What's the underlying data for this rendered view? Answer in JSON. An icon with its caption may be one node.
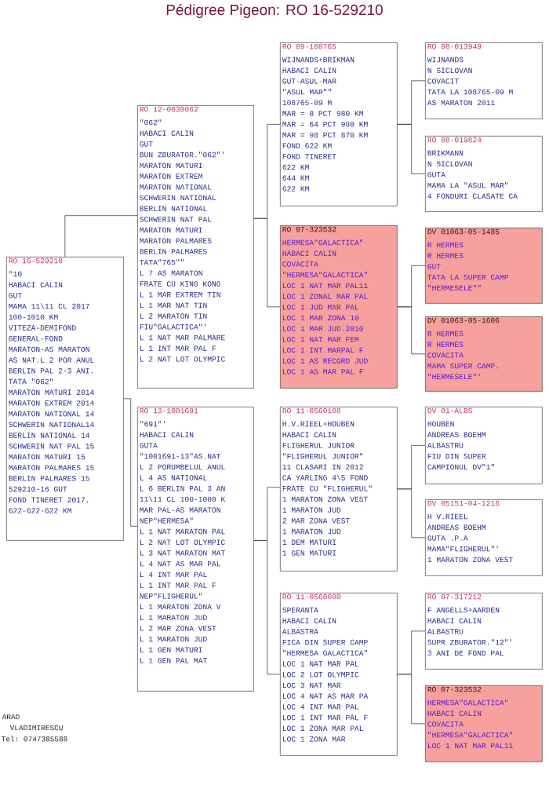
{
  "diagram": {
    "title": "Pédigree Pigeon: RO 16-529210",
    "nodes": [
      {
        "text": [
          "RO 16-529210",
          "\"10",
          "HABACI CALIN",
          "GUT",
          "MAMA 11\\11 CL 2017",
          "100-1010 KM",
          "VITEZA-DEMIFOND",
          "GENERAL-FOND",
          "MARATON-AS MARATON",
          "AS NAT.L 2 POR ANUL",
          "BERLIN PAL 2-3 ANI.",
          "TATA \"062\"",
          "MARATON MATURI 2014",
          "MARATON EXTREM 2014",
          "MARATON NATIONAL 14",
          "SCHWERIN NATIONAL14",
          "BERLIN NATIONAL 14",
          "SCHWERIN NAT PAL 15",
          "MARATON MATURI 15",
          "MARATON PALMARES 15",
          "BERLIN PALMARES 15",
          "529210-16 GUT",
          "FOND TINERET 2017.",
          "622-622-622 KM"
        ]
      },
      {
        "text": [
          "RO 12-0030062",
          "\"062\"",
          "HABACI CALIN",
          "GUT",
          "BUN ZBURATOR.\"062\"'",
          "MARATON MATURI",
          "MARATON EXTREM",
          "MARATON NATIONAL",
          "SCHWERIN NATIONAL",
          "BERLIN NATIONAL",
          "SCHWERIN NAT PAL",
          "MARATON MATURI",
          "MARATON PALMARES",
          "BERLIN PALMARES",
          "TATA\"765\"\"",
          "L 7 AS MARATON",
          "FRATE CU KING KONG",
          "L 1 MAR EXTREM TIN",
          "L 1 MAR NAT TIN",
          "L 2 MARATON TIN",
          "FIU\"GALACTICA\"'",
          "L 1 NAT MAR PALMARE",
          "L 1 INT MAR PAL F",
          "L 2 NAT LOT OLYMPIC"
        ]
      },
      {
        "text": [
          "RO 13-1001691",
          "\"691\"'",
          "HABACI CALIN",
          "GUTA",
          "\"1001691-13\"AS.NAT",
          "L 2 PORUMBELUL ANUL",
          "L 4 AS NATIONAL",
          "L 6 BERLIN PAL 3 AN",
          "11\\11 CL 100-1000 K",
          "MAR PAL-AS MARATON",
          "NEP\"HERMESA\"",
          "L 1 NAT MARATON PAL",
          "L 2 NAT LOT OLYMPIC",
          "L 3 NAT MARATON MAT",
          "L 4 NAT AS MAR PAL",
          "L 4 INT MAR PAL",
          "L 1 INT MAR PAL F",
          "NEP\"FLIGHERUL\"",
          "L 1 MARATON ZONA V",
          "L 1 MARATON JUD",
          "L 2 MAR ZONA VEST",
          "L 1 MARATON JUD",
          "L 1 GEN MATURI",
          "L 1 GEN PAL MAT"
        ]
      },
      {
        "text": [
          "RO 09-108765",
          "WIJNANDS+BRIKMAN",
          "HABACI CALIN",
          "GUT-ASUL-MAR",
          "\"ASUL MAR\"\"",
          "108765-09 M",
          "MAR = 8 PCT 980 KM",
          "MAR = 64 PCT 980 KM",
          "MAR = 98 PCT 870 KM",
          "FOND 622 KM",
          "FOND TINERET",
          "622 KM",
          "644 KM",
          "622 KM"
        ]
      },
      {
        "text": [
          "RO 07-323532",
          "HERMESA\"GALACTICA\"",
          "HABACI CALIN",
          "COVACITA",
          "\"HERMESA\"GALACTICA\"",
          "LOC 1 NAT MAR PAL11",
          "LOC 1 ZONAL MAR PAL",
          "LOC 1 JUD MAR PAL",
          "LOC 1 MAR ZONA 10",
          "LOC 1 MAR JUD.2010",
          "LOC 1 NAT MAR FEM",
          "LOC 1 INT MARPAL F",
          "LOC 1 AS RECORD JUD",
          "LOC 1 AS MAR PAL F"
        ]
      },
      {
        "text": [
          "RO 11-0560108",
          "H.V.RIEEL+HOUBEN",
          "HABACI CALIN",
          "FLIGHERUL JUNIOR",
          "\"FLIGHERUL JUNIOR\"",
          "11 CLASARI IN 2012",
          "CA YARLING 4\\5 FOND",
          "FRATE CU \"FLIGHERUL\"",
          "1 MARATON ZONA VEST",
          "1 MARATON JUD",
          "2 MAR ZONA VEST",
          "1 MARATON JUD",
          "1 DEM MATURI",
          "1 GEN MATURI"
        ]
      },
      {
        "text": [
          "RO 11-0560000",
          "SPERANTA",
          "HABACI CALIN",
          "ALBASTRA",
          "FICA DIN SUPER CAMP",
          "\"HERMESA GALACTICA\"",
          "LOC 1 NAT MAR PAL",
          "LOC 2 LOT OLYMPIC",
          "LOC 3 NAT MAR",
          "LOC 4 NAT AS MAR PA",
          "LOC 4 INT MAR PAL",
          "LOC 1 INT MAR PAL F",
          "LOC 1 ZONA MAR PAL",
          "LOC 1 ZONA MAR"
        ]
      },
      {
        "text": [
          "RO 08-013949",
          "WIJNANDS",
          "N SICLOVAN",
          "COVACIT",
          "TATA LA 108765-09 M",
          "AS MARATON 2011"
        ]
      },
      {
        "text": [
          "RO 08-019824",
          "BRIKMANN",
          "N SICLOVAN",
          "GUTA",
          "MAMA LA \"ASUL MAR\"",
          "4 FONDURI CLASATE CA"
        ]
      },
      {
        "text": [
          "DV 01063-05-1485",
          "R HERMES",
          "R HERMES",
          "GUT",
          "TATA LA SUPER CAMP",
          "\"HERMESELE\"\""
        ]
      },
      {
        "text": [
          "DV 01063-05-1606",
          "R HERMES",
          "R HERMES",
          "COVACITA",
          "MAMA SUPER CAMP.",
          "\"HERMESELE\"'"
        ]
      },
      {
        "text": [
          "DV 01-ALBS",
          "HOUBEN",
          "ANDREAS BOEHM",
          "ALBASTRU",
          "FIU DIN SUPER",
          "CAMPIONUL DV\"1\""
        ]
      },
      {
        "text": [
          "DV 05151-04-1216",
          "H V.RIEEL",
          "ANDREAS BOEHM",
          "GUTA .P.A",
          "MAMA\"FLIGHERUL\"'",
          "1 MARATON ZONA VEST"
        ]
      },
      {
        "text": [
          "RO 07-317212",
          "F ANGELLS+AARDEN",
          "HABACI CALIN",
          "ALBASTRU",
          "SUPR ZBURATOR.\"12\"'",
          "3 ANI DE FOND PAL"
        ]
      },
      {
        "text": [
          "RO 07-323532",
          "HERMESA\"GALACTICA\"",
          "HABACI CALIN",
          "COVACITA",
          "\"HERMESA\"GALACTICA\"",
          "LOC 1 NAT MAR PAL11"
        ]
      }
    ],
    "edges": [
      {
        "from": 0,
        "to": 1,
        "arrow": "none"
      },
      {
        "from": 0,
        "to": 2,
        "arrow": "none"
      },
      {
        "from": 1,
        "to": 3,
        "arrow": "none"
      },
      {
        "from": 1,
        "to": 4,
        "arrow": "none"
      },
      {
        "from": 2,
        "to": 5,
        "arrow": "none"
      },
      {
        "from": 2,
        "to": 6,
        "arrow": "none"
      },
      {
        "from": 3,
        "to": 7,
        "arrow": "none"
      },
      {
        "from": 3,
        "to": 8,
        "arrow": "none"
      },
      {
        "from": 4,
        "to": 9,
        "arrow": "none"
      },
      {
        "from": 4,
        "to": 10,
        "arrow": "none"
      },
      {
        "from": 5,
        "to": 11,
        "arrow": "none"
      },
      {
        "from": 5,
        "to": 12,
        "arrow": "none"
      },
      {
        "from": 6,
        "to": 13,
        "arrow": "none"
      },
      {
        "from": 6,
        "to": 14,
        "arrow": "none"
      }
    ],
    "labels": [
      "ARAD",
      "VLADIMIRESCU",
      "Tel: 0747385588"
    ]
  }
}
